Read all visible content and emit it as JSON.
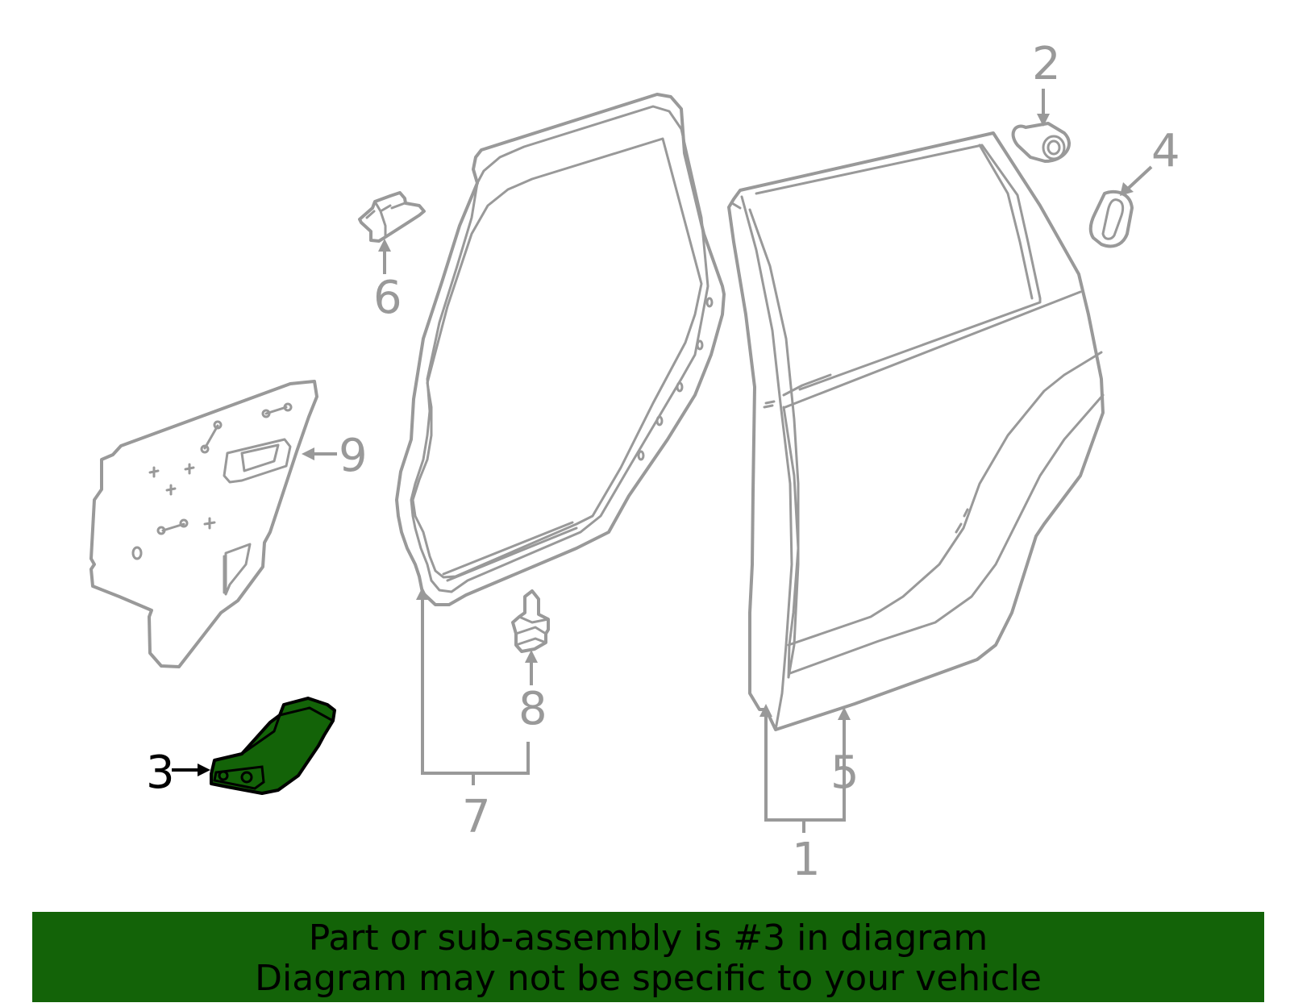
{
  "callouts": {
    "c1": "1",
    "c2": "2",
    "c3": "3",
    "c4": "4",
    "c5": "5",
    "c6": "6",
    "c7": "7",
    "c8": "8",
    "c9": "9"
  },
  "highlighted_part": "3",
  "colors": {
    "highlight": "#136308",
    "line": "#999999",
    "banner": "#136308"
  },
  "banner": {
    "line1": "Part or sub-assembly is #3 in diagram",
    "line2": "Diagram may not be specific to your vehicle"
  }
}
